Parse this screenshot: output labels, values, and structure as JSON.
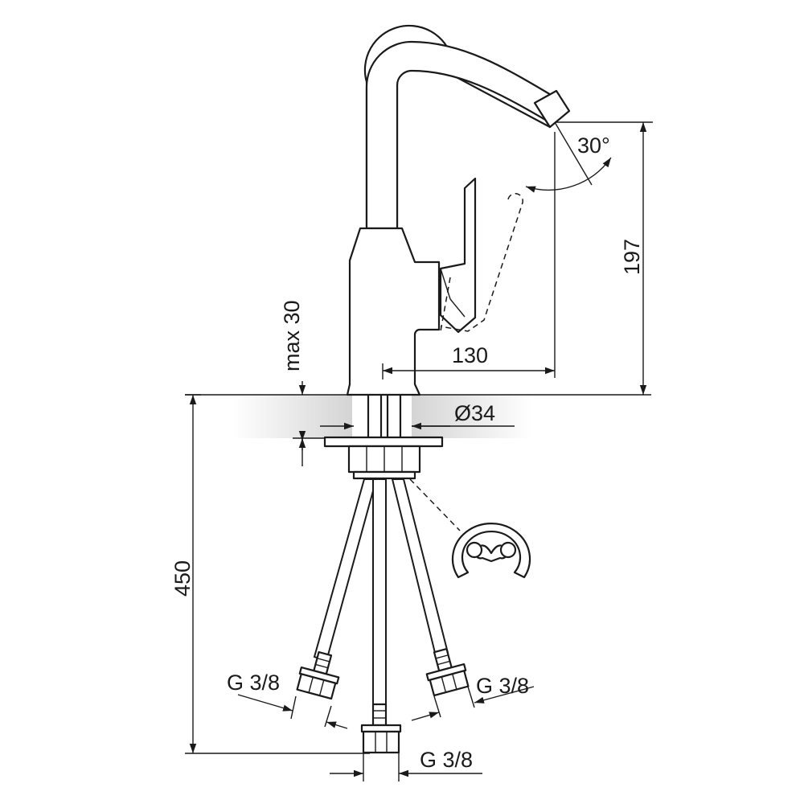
{
  "dimensions": {
    "spout_reach": "130",
    "spout_height": "197",
    "deck_thickness": "max 30",
    "hole_diameter": "Ø34",
    "hose_length": "450",
    "swivel_angle": "30°",
    "connection_left": "G 3/8",
    "connection_right": "G 3/8",
    "connection_center": "G 3/8"
  },
  "colors": {
    "line": "#1a1a1a",
    "countertop_shade": "#d9d9d9",
    "background": "#ffffff"
  }
}
